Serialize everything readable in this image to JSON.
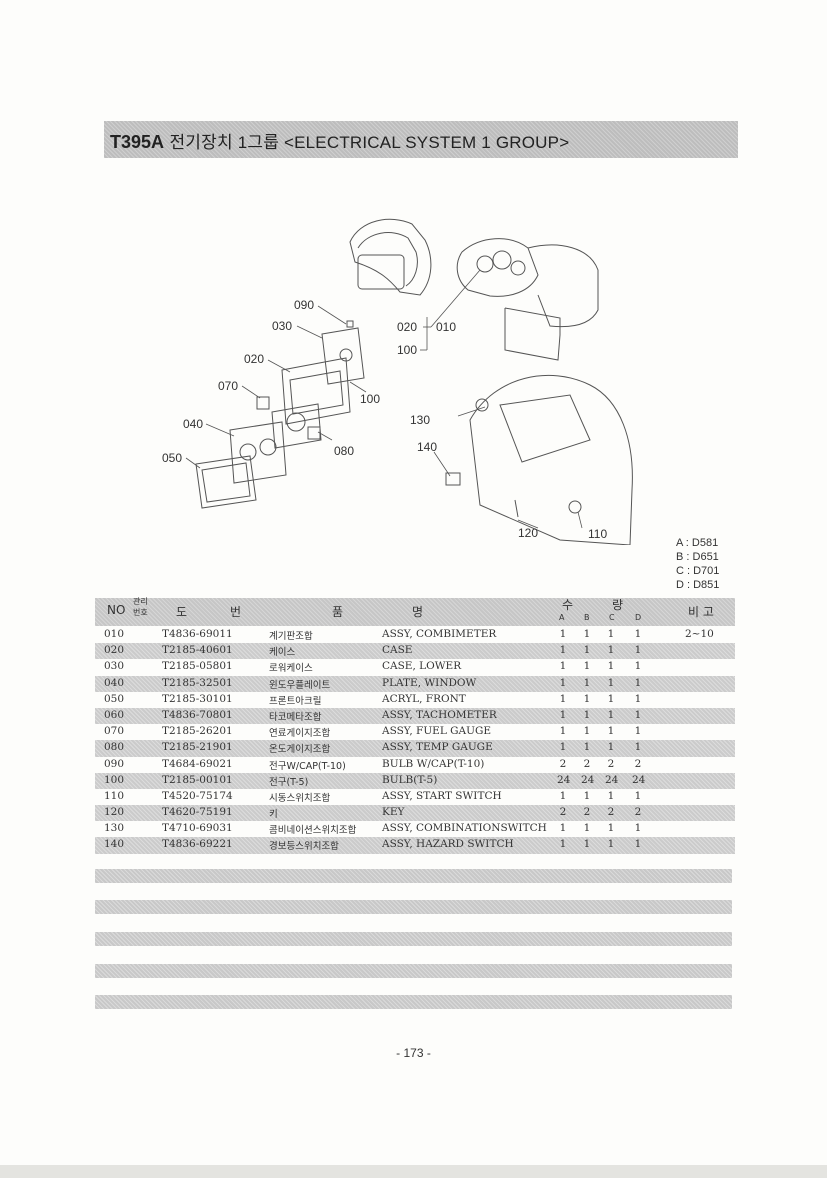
{
  "header": {
    "code": "T395A",
    "title": "전기장치 1그룹 <ELECTRICAL SYSTEM 1 GROUP>"
  },
  "diagram": {
    "callouts": [
      "090",
      "030",
      "020",
      "070",
      "040",
      "050",
      "100",
      "080",
      "020",
      "010",
      "100",
      "130",
      "140",
      "120",
      "110"
    ]
  },
  "models": [
    "A : D581",
    "B : D651",
    "C : D701",
    "D : D851"
  ],
  "table": {
    "head": {
      "no": "NO",
      "mgmt_top": "관리",
      "mgmt_bottom": "번호",
      "drawing_a": "도",
      "drawing_b": "번",
      "name_a": "품",
      "name_b": "명",
      "qty_a": "수",
      "qty_b": "량",
      "col_a": "A",
      "col_b": "B",
      "col_c": "C",
      "col_d": "D",
      "remarks": "비 고"
    },
    "rows": [
      {
        "no": "010",
        "pn": "T4836-69011",
        "kr": "계기판조합",
        "en": "ASSY, COMBIMETER",
        "a": "1",
        "b": "1",
        "c": "1",
        "d": "1",
        "rm": "2~10"
      },
      {
        "no": "020",
        "pn": "T2185-40601",
        "kr": "케이스",
        "en": "CASE",
        "a": "1",
        "b": "1",
        "c": "1",
        "d": "1",
        "rm": ""
      },
      {
        "no": "030",
        "pn": "T2185-05801",
        "kr": "로워케이스",
        "en": "CASE, LOWER",
        "a": "1",
        "b": "1",
        "c": "1",
        "d": "1",
        "rm": ""
      },
      {
        "no": "040",
        "pn": "T2185-32501",
        "kr": "윈도우플레이트",
        "en": "PLATE, WINDOW",
        "a": "1",
        "b": "1",
        "c": "1",
        "d": "1",
        "rm": ""
      },
      {
        "no": "050",
        "pn": "T2185-30101",
        "kr": "프론트아크릴",
        "en": "ACRYL, FRONT",
        "a": "1",
        "b": "1",
        "c": "1",
        "d": "1",
        "rm": ""
      },
      {
        "no": "060",
        "pn": "T4836-70801",
        "kr": "타코메타조합",
        "en": "ASSY, TACHOMETER",
        "a": "1",
        "b": "1",
        "c": "1",
        "d": "1",
        "rm": ""
      },
      {
        "no": "070",
        "pn": "T2185-26201",
        "kr": "연료게이지조합",
        "en": "ASSY, FUEL GAUGE",
        "a": "1",
        "b": "1",
        "c": "1",
        "d": "1",
        "rm": ""
      },
      {
        "no": "080",
        "pn": "T2185-21901",
        "kr": "온도게이지조합",
        "en": "ASSY, TEMP GAUGE",
        "a": "1",
        "b": "1",
        "c": "1",
        "d": "1",
        "rm": ""
      },
      {
        "no": "090",
        "pn": "T4684-69021",
        "kr": "전구W/CAP(T-10)",
        "en": "BULB W/CAP(T-10)",
        "a": "2",
        "b": "2",
        "c": "2",
        "d": "2",
        "rm": ""
      },
      {
        "no": "100",
        "pn": "T2185-00101",
        "kr": "전구(T-5)",
        "en": "BULB(T-5)",
        "a": "24",
        "b": "24",
        "c": "24",
        "d": "24",
        "rm": ""
      },
      {
        "no": "110",
        "pn": "T4520-75174",
        "kr": "시동스위치조합",
        "en": "ASSY, START SWITCH",
        "a": "1",
        "b": "1",
        "c": "1",
        "d": "1",
        "rm": ""
      },
      {
        "no": "120",
        "pn": "T4620-75191",
        "kr": "키",
        "en": "KEY",
        "a": "2",
        "b": "2",
        "c": "2",
        "d": "2",
        "rm": ""
      },
      {
        "no": "130",
        "pn": "T4710-69031",
        "kr": "콤비네이션스위치조합",
        "en": "ASSY, COMBINATIONSWITCH",
        "a": "1",
        "b": "1",
        "c": "1",
        "d": "1",
        "rm": ""
      },
      {
        "no": "140",
        "pn": "T4836-69221",
        "kr": "경보등스위치조합",
        "en": "ASSY, HAZARD SWITCH",
        "a": "1",
        "b": "1",
        "c": "1",
        "d": "1",
        "rm": ""
      }
    ]
  },
  "page_number": "- 173 -"
}
